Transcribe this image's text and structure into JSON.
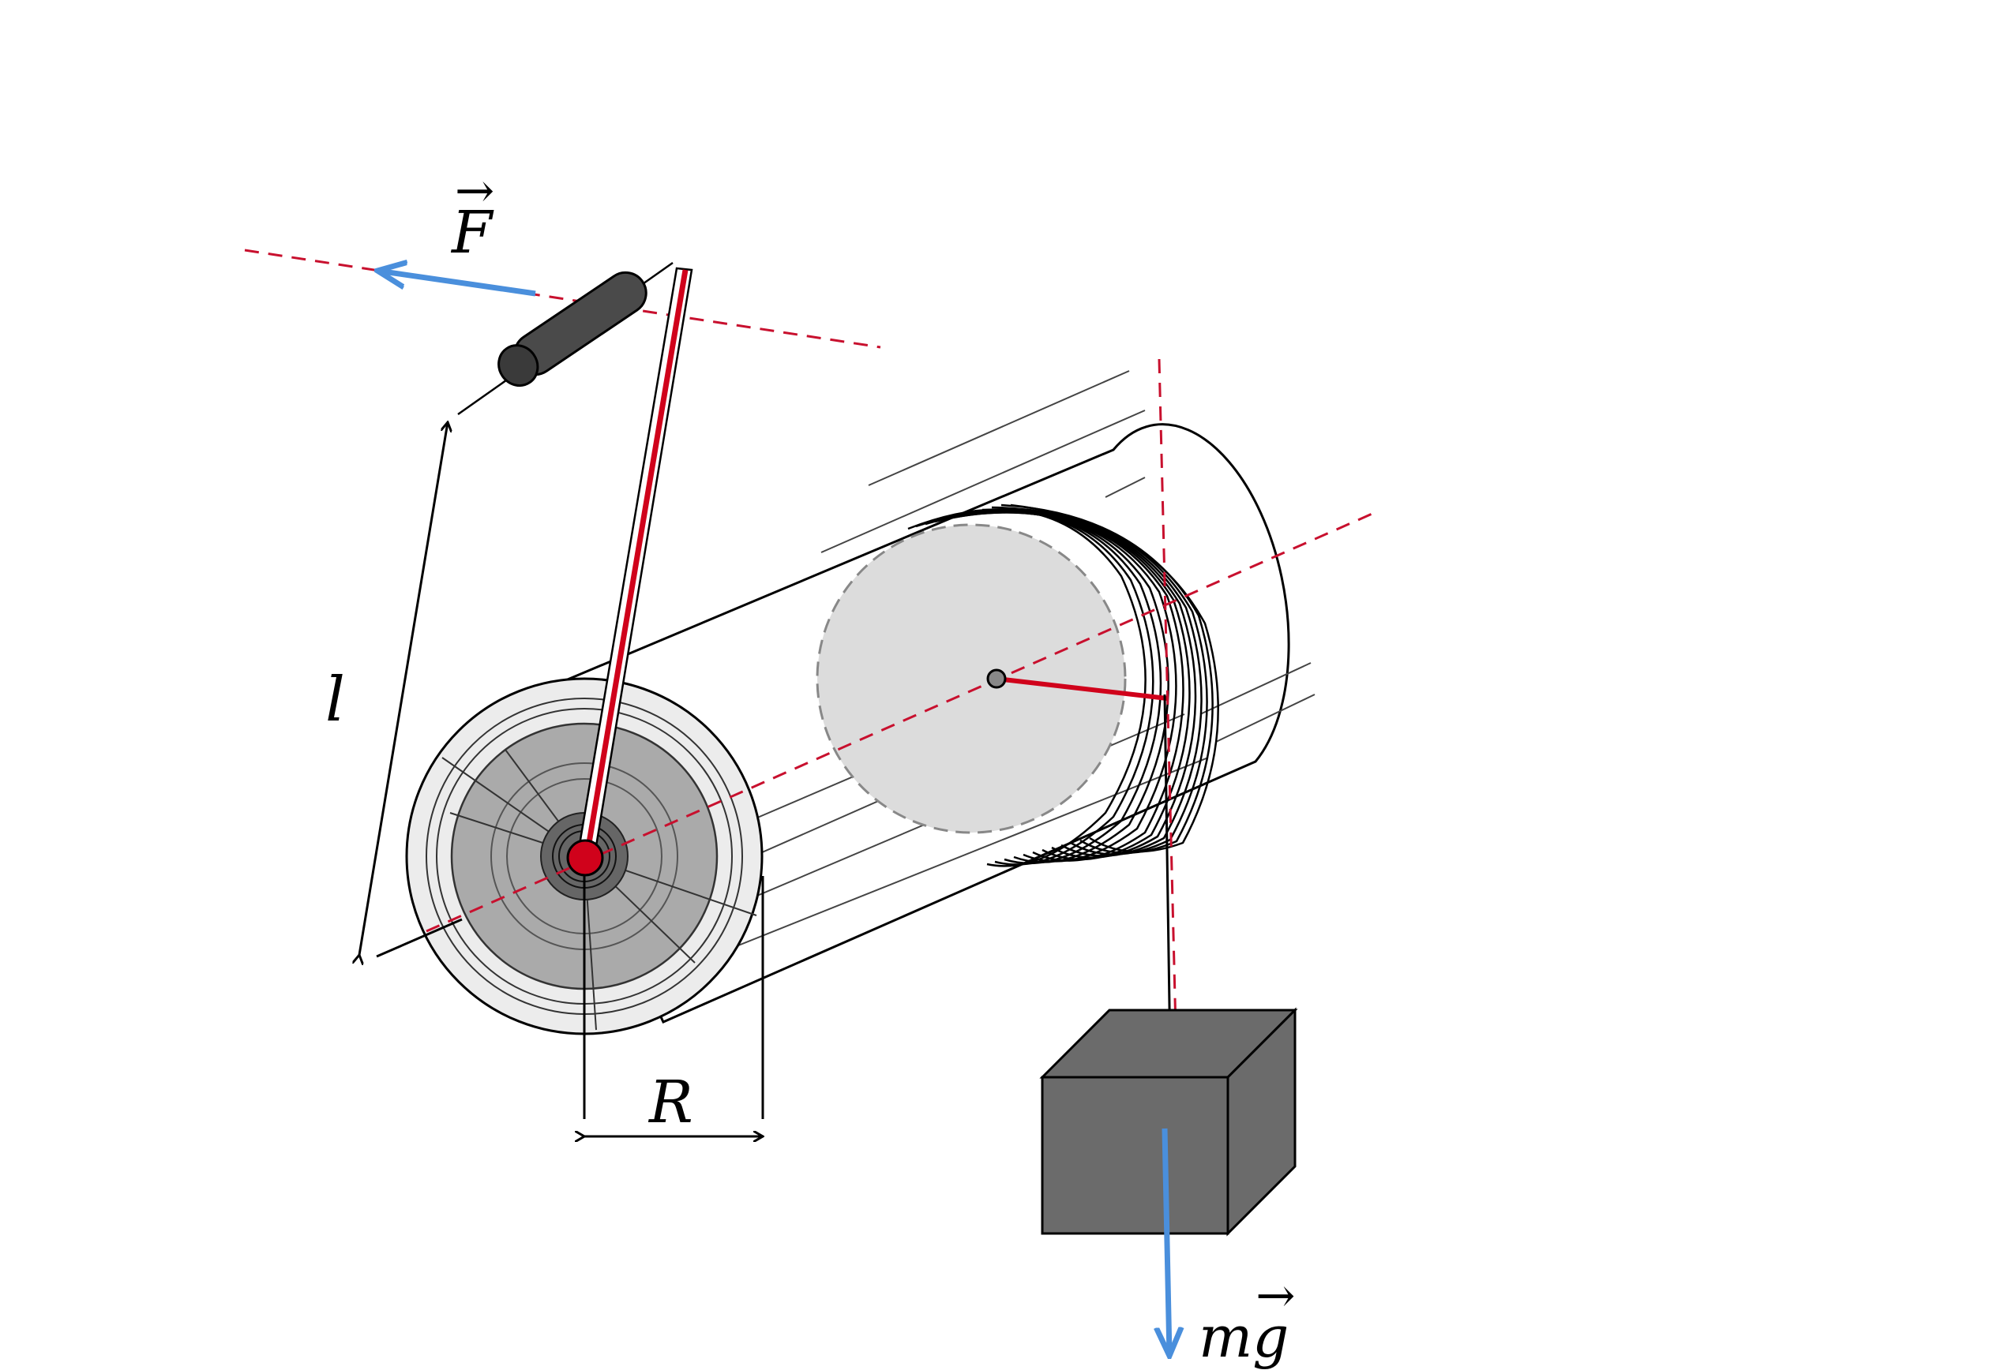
{
  "labels": {
    "force": "F",
    "gravity_prefix": "m",
    "gravity_vec": "g",
    "length": "l",
    "radius": "R",
    "vector_arrow": "→"
  },
  "colors": {
    "force_arrow": "#4a8fdc",
    "axis_dashed": "#c8102e",
    "crank_stripe": "#d0021b",
    "block_face": "#6b6b6b",
    "end_cap": "#aaaaaa",
    "cross_section": "#dcdcdc"
  }
}
